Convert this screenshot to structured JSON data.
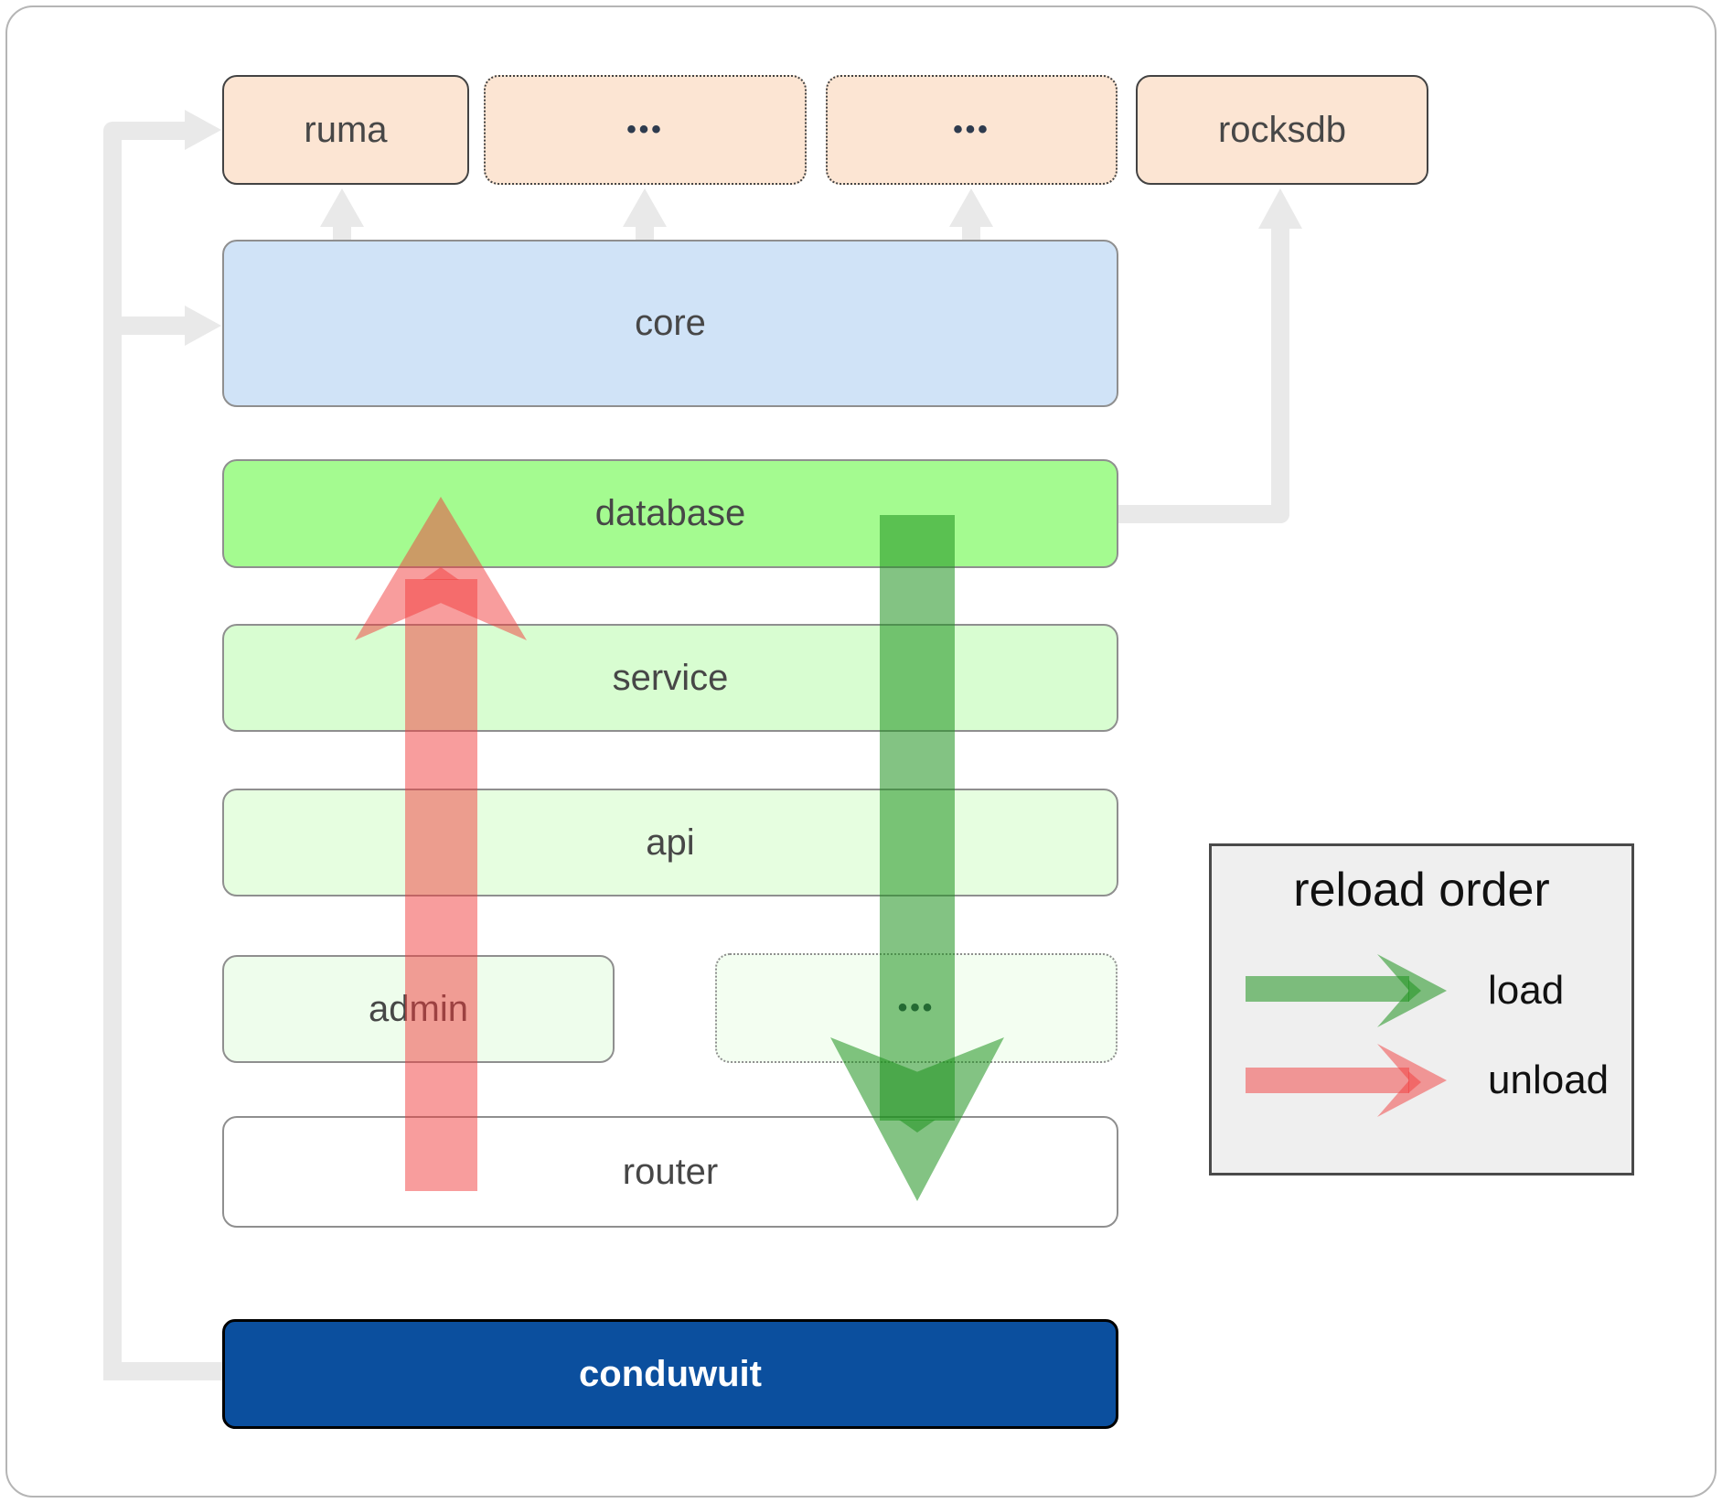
{
  "diagram": {
    "top_row": {
      "ruma": "ruma",
      "dep_a": "•••",
      "dep_b": "•••",
      "rocksdb": "rocksdb"
    },
    "layers": {
      "core": "core",
      "database": "database",
      "service": "service",
      "api": "api",
      "admin": "admin",
      "admin_more": "•••",
      "router": "router",
      "app": "conduwuit"
    }
  },
  "legend": {
    "title": "reload order",
    "load": "load",
    "unload": "unload"
  },
  "colors": {
    "load_green": "#2e9e2e",
    "unload_red": "#f23c3c",
    "dependency_peach": "#fce5d3",
    "core_blue": "#d0e3f7",
    "database_green": "#a4fb90",
    "service_green": "#d8fdd1",
    "api_green": "#e6fee0",
    "admin_green": "#eefdec",
    "conduwuit_blue": "#0b4f9e",
    "connector_gray": "#e9e9e9"
  }
}
